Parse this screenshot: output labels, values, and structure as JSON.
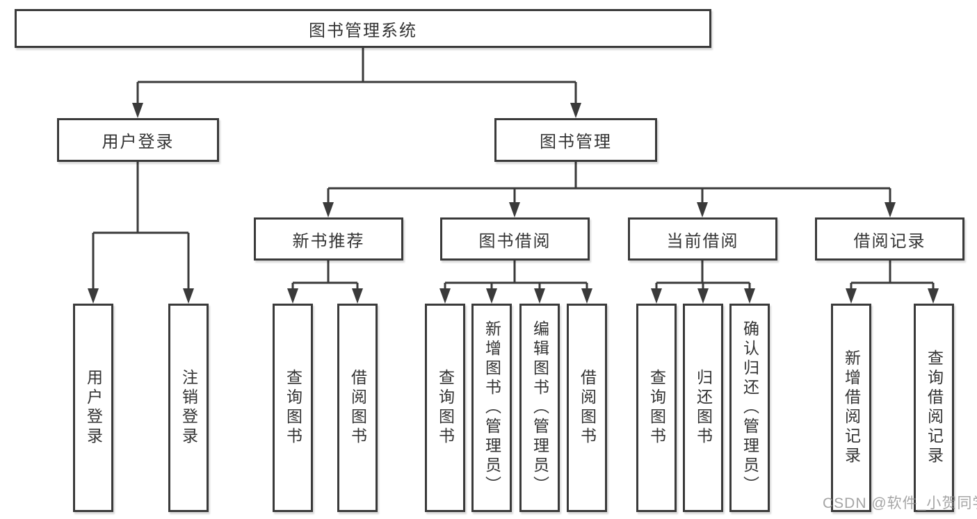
{
  "tree": {
    "label": "图书管理系统",
    "children": [
      {
        "label": "用户登录",
        "children": [
          {
            "label": "用户登录"
          },
          {
            "label": "注销登录"
          }
        ]
      },
      {
        "label": "图书管理",
        "children": [
          {
            "label": "新书推荐",
            "children": [
              {
                "label": "查询图书"
              },
              {
                "label": "借阅图书"
              }
            ]
          },
          {
            "label": "图书借阅",
            "children": [
              {
                "label": "查询图书"
              },
              {
                "label": "新增图书（管理员）"
              },
              {
                "label": "编辑图书（管理员）"
              },
              {
                "label": "借阅图书"
              }
            ]
          },
          {
            "label": "当前借阅",
            "children": [
              {
                "label": "查询图书"
              },
              {
                "label": "归还图书"
              },
              {
                "label": "确认归还（管理员）"
              }
            ]
          },
          {
            "label": "借阅记录",
            "children": [
              {
                "label": "新增借阅记录"
              },
              {
                "label": "查询借阅记录"
              }
            ]
          }
        ]
      }
    ]
  },
  "watermark": "CSDN @软件_小贺同学",
  "colors": {
    "line": "#3a3a3a",
    "text": "#333333",
    "watermark": "#8f8f8f",
    "background": "#ffffff"
  }
}
